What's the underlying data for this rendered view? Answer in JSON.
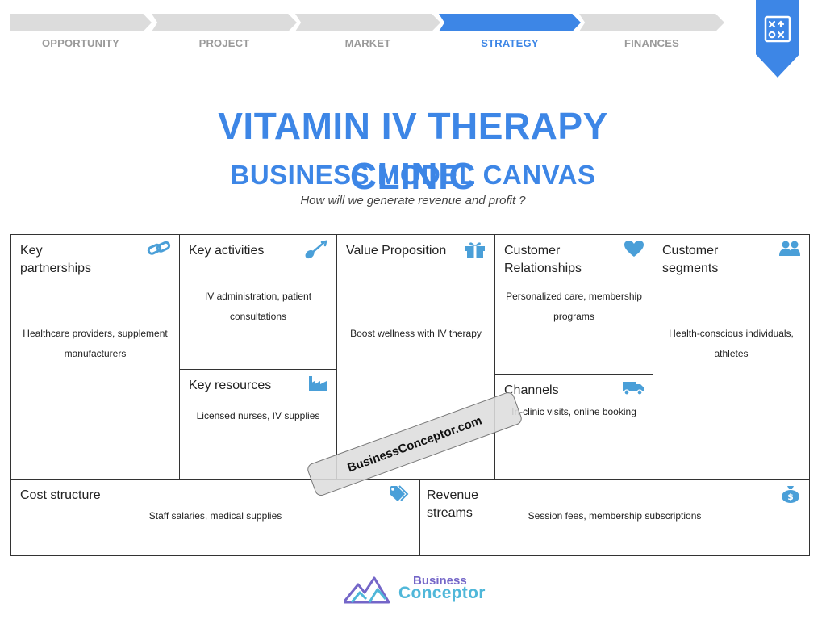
{
  "steps": [
    {
      "label": "OPPORTUNITY"
    },
    {
      "label": "PROJECT"
    },
    {
      "label": "MARKET"
    },
    {
      "label": "STRATEGY"
    },
    {
      "label": "FINANCES"
    }
  ],
  "active_step": "STRATEGY",
  "title": {
    "line1": "VITAMIN IV THERAPY",
    "line2": "CLINIC",
    "subtitle": "BUSINESS MODEL CANVAS",
    "tagline": "How will we generate revenue and profit ?"
  },
  "canvas": {
    "key_partnerships": {
      "title": "Key partnerships",
      "body": "Healthcare providers, supplement manufacturers",
      "icon": "link-icon"
    },
    "key_activities": {
      "title": "Key activities",
      "body": "IV administration, patient consultations",
      "icon": "shovel-icon"
    },
    "key_resources": {
      "title": "Key resources",
      "body": "Licensed nurses, IV supplies",
      "icon": "factory-icon"
    },
    "value_proposition": {
      "title": "Value Proposition",
      "body": "Boost wellness with IV therapy",
      "icon": "gift-icon"
    },
    "customer_relationships": {
      "title": "Customer Relationships",
      "body": "Personalized care, membership programs",
      "icon": "heart-icon"
    },
    "channels": {
      "title": "Channels",
      "body": "In-clinic visits, online booking",
      "icon": "truck-icon"
    },
    "customer_segments": {
      "title": "Customer segments",
      "body": "Health-conscious individuals, athletes",
      "icon": "users-icon"
    },
    "cost_structure": {
      "title": "Cost structure",
      "body": "Staff salaries, medical supplies",
      "icon": "tag-icon"
    },
    "revenue_streams": {
      "title": "Revenue streams",
      "body": "Session fees, membership subscriptions",
      "icon": "money-bag-icon"
    }
  },
  "watermark": "BusinessConceptor.com",
  "logo": {
    "word1": "Business",
    "word2": "Conceptor"
  },
  "colors": {
    "accent": "#3d86e6",
    "inactive_step": "#dcdcdc",
    "inactive_label": "#9a9a9a",
    "icon": "#4a9fd8"
  }
}
